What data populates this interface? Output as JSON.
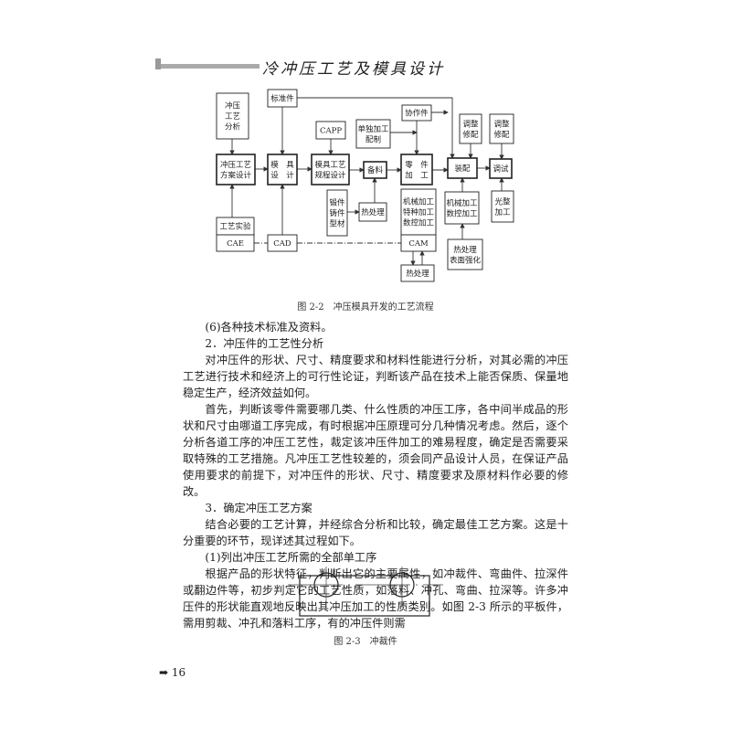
{
  "header": {
    "title": "冷冲压工艺及模具设计"
  },
  "figure1": {
    "caption": "图 2-2　冲压模具开发的工艺流程",
    "boxes": {
      "analysis": [
        "冲压",
        "工艺",
        "分析"
      ],
      "standard": "标准件",
      "scheme": [
        "冲压工艺",
        "方案设计"
      ],
      "die_design": [
        "模　具",
        "设　计"
      ],
      "capp": "CAPP",
      "process_plan": [
        "模具工艺",
        "规程设计"
      ],
      "material": "备料",
      "separate": [
        "单独加工",
        "配制"
      ],
      "outsourced": "协作件",
      "parts": [
        "零　件",
        "加　工"
      ],
      "blanks": [
        "锻件",
        "铸件",
        "型材"
      ],
      "heat1": "热处理",
      "machining": [
        "机械加工",
        "特种加工",
        "数控加工"
      ],
      "cam": "CAM",
      "heat2": "热处理",
      "assembly": "装配",
      "adjust1": [
        "调整",
        "修配"
      ],
      "machining2": [
        "机械加工",
        "数控加工"
      ],
      "surface": [
        "热处理",
        "表面强化"
      ],
      "trial": "调试",
      "adjust2": [
        "调整",
        "修配"
      ],
      "finishing": [
        "光整",
        "加工"
      ],
      "experiment": "工艺实验",
      "cae": "CAE",
      "cad": "CAD"
    }
  },
  "body": {
    "paragraphs": [
      "(6)各种技术标准及资料。",
      "2．冲压件的工艺性分析",
      "对冲压件的形状、尺寸、精度要求和材料性能进行分析，对其必需的冲压工艺进行技术和经济上的可行性论证，判断该产品在技术上能否保质、保量地稳定生产，经济效益如何。",
      "首先，判断该零件需要哪几类、什么性质的冲压工序，各中间半成品的形状和尺寸由哪道工序完成，有时根据冲压原理可分几种情况考虑。然后，逐个分析各道工序的冲压工艺性，裁定该冲压件加工的难易程度，确定是否需要采取特殊的工艺措施。凡冲压工艺性较差的，须会同产品设计人员，在保证产品使用要求的前提下，对冲压件的形状、尺寸、精度要求及原材料作必要的修改。",
      "3．确定冲压工艺方案",
      "结合必要的工艺计算，并经综合分析和比较，确定最佳工艺方案。这是十分重要的环节，现详述其过程如下。",
      "(1)列出冲压工艺所需的全部单工序",
      "根据产品的形状特征，判断出它的主要属性，如冲裁件、弯曲件、拉深件或翻边件等，初步判定它的工艺性质，如落料、冲孔、弯曲、拉深等。许多冲压件的形状能直观地反映出其冲压加工的性质类别。如图 2-3 所示的平板件，需用剪裁、冲孔和落料工序，有的冲压件则需"
    ]
  },
  "figure2": {
    "caption": "图 2-3　冲裁件"
  },
  "footer": {
    "arrow_icon": "right-arrow-icon",
    "page_number": "16"
  }
}
